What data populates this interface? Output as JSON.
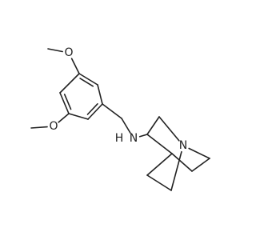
{
  "molecule": {
    "atoms": [
      {
        "id": "me_top",
        "label": "",
        "name": "methyl-top"
      },
      {
        "id": "o_top",
        "label": "O",
        "name": "oxygen-top"
      },
      {
        "id": "c1",
        "label": "",
        "name": "aryl-c1"
      },
      {
        "id": "c2",
        "label": "",
        "name": "aryl-c2"
      },
      {
        "id": "c3",
        "label": "",
        "name": "aryl-c3"
      },
      {
        "id": "c4",
        "label": "",
        "name": "aryl-c4"
      },
      {
        "id": "c5",
        "label": "",
        "name": "aryl-c5"
      },
      {
        "id": "c6",
        "label": "",
        "name": "aryl-c6"
      },
      {
        "id": "o_left",
        "label": "O",
        "name": "oxygen-left"
      },
      {
        "id": "me_left",
        "label": "",
        "name": "methyl-left"
      },
      {
        "id": "ch2",
        "label": "",
        "name": "benzyl-ch2"
      },
      {
        "id": "nh",
        "label": "H",
        "name": "amine-nh-hydrogen"
      },
      {
        "id": "n_amine",
        "label": "N",
        "name": "amine-nitrogen"
      },
      {
        "id": "q3",
        "label": "",
        "name": "quinuclidine-c3"
      },
      {
        "id": "q2",
        "label": "",
        "name": "quinuclidine-c2"
      },
      {
        "id": "n_q",
        "label": "N",
        "name": "quinuclidine-nitrogen"
      },
      {
        "id": "q4",
        "label": "",
        "name": "quinuclidine-c4"
      },
      {
        "id": "q5",
        "label": "",
        "name": "quinuclidine-c5"
      },
      {
        "id": "q6",
        "label": "",
        "name": "quinuclidine-c6"
      },
      {
        "id": "q7",
        "label": "",
        "name": "quinuclidine-c7"
      },
      {
        "id": "q8",
        "label": "",
        "name": "quinuclidine-c8"
      }
    ],
    "bonds": [
      [
        "me_top",
        "o_top",
        1
      ],
      [
        "o_top",
        "c1",
        1
      ],
      [
        "c1",
        "c2",
        2
      ],
      [
        "c2",
        "c3",
        1
      ],
      [
        "c3",
        "c4",
        2
      ],
      [
        "c4",
        "c5",
        1
      ],
      [
        "c5",
        "c6",
        2
      ],
      [
        "c6",
        "c1",
        1
      ],
      [
        "c5",
        "o_left",
        1
      ],
      [
        "o_left",
        "me_left",
        1
      ],
      [
        "c3",
        "ch2",
        1
      ],
      [
        "ch2",
        "n_amine",
        1
      ],
      [
        "n_amine",
        "q3",
        1
      ],
      [
        "q3",
        "q2",
        1
      ],
      [
        "q2",
        "n_q",
        1
      ],
      [
        "q3",
        "q4",
        1
      ],
      [
        "q4",
        "q5",
        1
      ],
      [
        "q5",
        "q6",
        1
      ],
      [
        "q6",
        "n_q",
        1
      ],
      [
        "q4",
        "q7",
        1
      ],
      [
        "q7",
        "q8",
        1
      ],
      [
        "q8",
        "n_q",
        1
      ]
    ]
  }
}
